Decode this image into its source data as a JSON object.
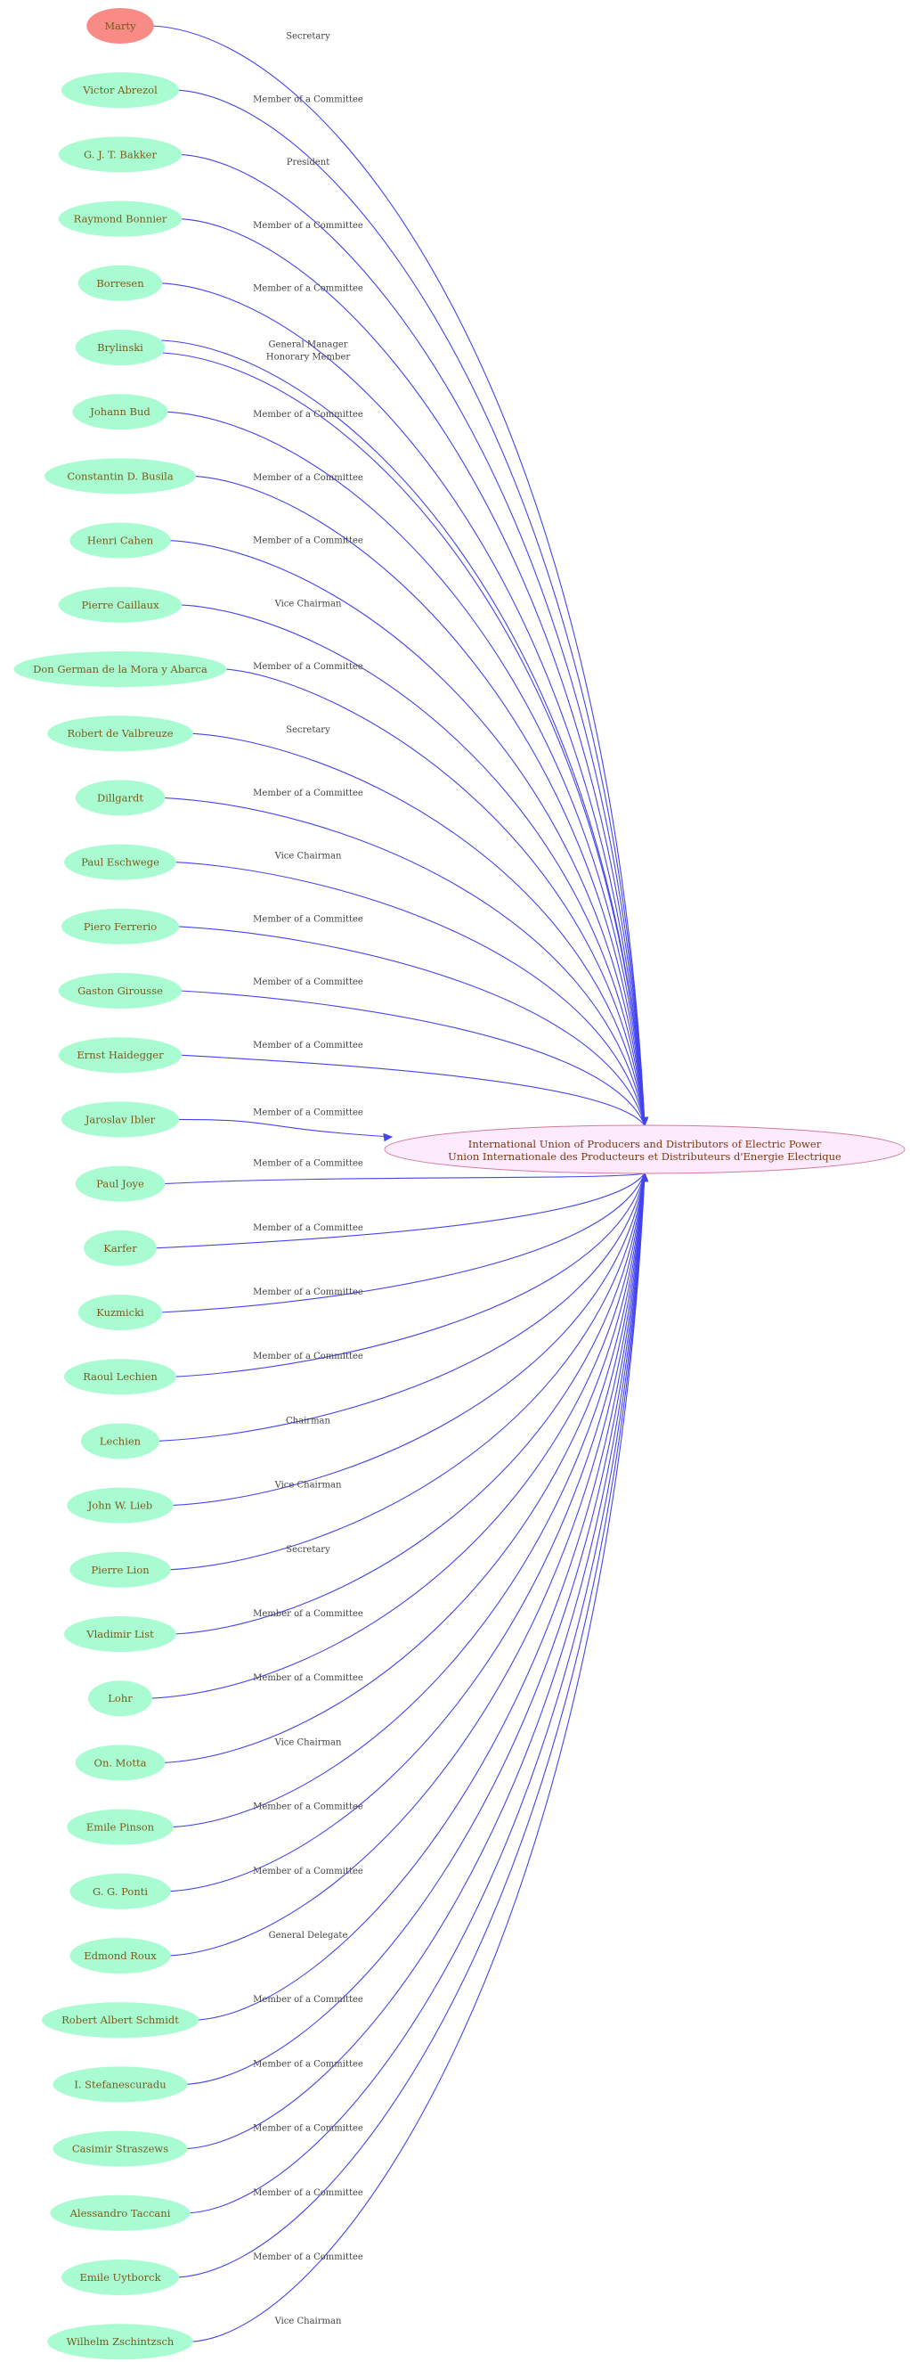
{
  "colors": {
    "highlight_node": "#f98b87",
    "person_node": "#a9fcd1",
    "hub_fill": "#fdeafc",
    "hub_stroke": "#d77a9a",
    "edge": "#4444ee"
  },
  "hub": {
    "line1": "International Union of Producers and Distributors of Electric Power",
    "line2": "Union Internationale des Producteurs et Distributeurs d'Energie Electrique"
  },
  "people": [
    {
      "name": "Marty",
      "role": "Secretary",
      "highlight": true
    },
    {
      "name": "Victor Abrezol",
      "role": "Member of a Committee"
    },
    {
      "name": "G. J. T. Bakker",
      "role": "President"
    },
    {
      "name": "Raymond Bonnier",
      "role": "Member of a Committee"
    },
    {
      "name": "Borresen",
      "role": "Member of a Committee"
    },
    {
      "name": "Brylinski",
      "role": "General Manager",
      "role2": "Honorary Member"
    },
    {
      "name": "Johann Bud",
      "role": "Member of a Committee"
    },
    {
      "name": "Constantin D. Busila",
      "role": "Member of a Committee"
    },
    {
      "name": "Henri Cahen",
      "role": "Member of a Committee"
    },
    {
      "name": "Pierre Caillaux",
      "role": "Vice Chairman"
    },
    {
      "name": "Don German  de la Mora y Abarca",
      "role": "Member of a Committee"
    },
    {
      "name": "Robert de Valbreuze",
      "role": "Secretary"
    },
    {
      "name": "Dillgardt",
      "role": "Member of a Committee"
    },
    {
      "name": "Paul Eschwege",
      "role": "Vice Chairman"
    },
    {
      "name": "Piero Ferrerio",
      "role": "Member of a Committee"
    },
    {
      "name": "Gaston Girousse",
      "role": "Member of a Committee"
    },
    {
      "name": "Ernst Haidegger",
      "role": "Member of a Committee"
    },
    {
      "name": "Jaroslav Ibler",
      "role": "Member of a Committee"
    },
    {
      "name": "Paul Joye",
      "role": "Member of a Committee"
    },
    {
      "name": "Karfer",
      "role": "Member of a Committee"
    },
    {
      "name": "Kuzmicki",
      "role": "Member of a Committee"
    },
    {
      "name": "Raoul Lechien",
      "role": "Member of a Committee"
    },
    {
      "name": "Lechien",
      "role": "Chairman"
    },
    {
      "name": "John W. Lieb",
      "role": "Vice Chairman"
    },
    {
      "name": "Pierre Lion",
      "role": "Secretary"
    },
    {
      "name": "Vladimir List",
      "role": "Member of a Committee"
    },
    {
      "name": "Lohr",
      "role": "Member of a Committee"
    },
    {
      "name": "On. Motta",
      "role": "Vice Chairman"
    },
    {
      "name": "Emile Pinson",
      "role": "Member of a Committee"
    },
    {
      "name": "G. G. Ponti",
      "role": "Member of a Committee"
    },
    {
      "name": "Edmond Roux",
      "role": "General Delegate"
    },
    {
      "name": "Robert Albert Schmidt",
      "role": "Member of a Committee"
    },
    {
      "name": "I. Stefanescuradu",
      "role": "Member of a Committee"
    },
    {
      "name": "Casimir Straszews",
      "role": "Member of a Committee"
    },
    {
      "name": "Alessandro Taccani",
      "role": "Member of a Committee"
    },
    {
      "name": "Emile Uytborck",
      "role": "Member of a Committee"
    },
    {
      "name": "Wilhelm Zschintzsch",
      "role": "Vice Chairman"
    }
  ]
}
